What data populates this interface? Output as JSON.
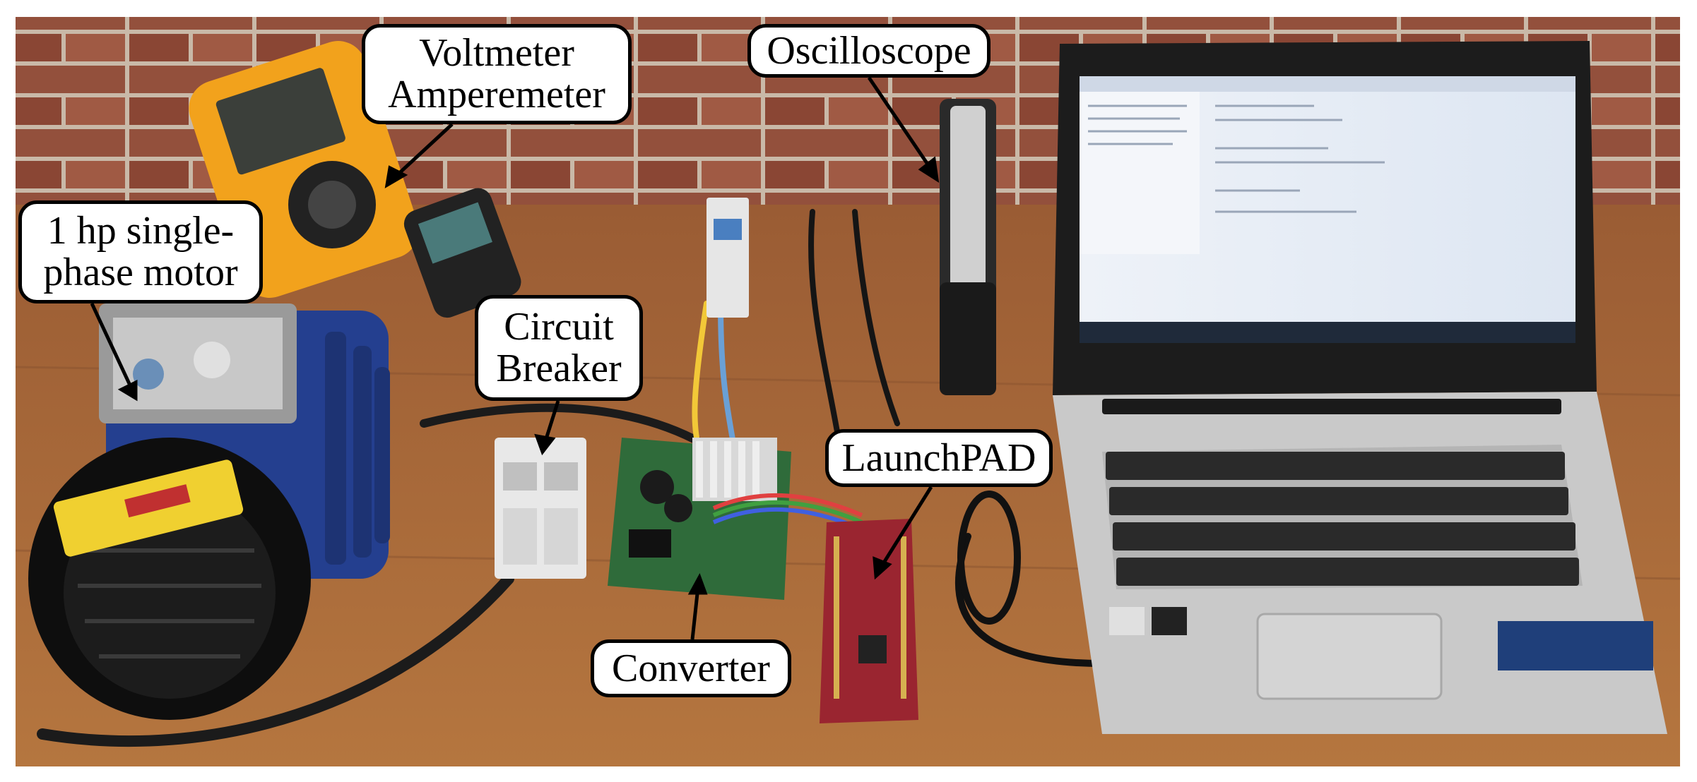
{
  "labels": {
    "voltmeter": {
      "line1": "Voltmeter",
      "line2": "Amperemeter"
    },
    "oscilloscope": "Oscilloscope",
    "motor": {
      "line1": "1 hp single-",
      "line2": "phase motor"
    },
    "circuit_breaker": {
      "line1": "Circuit",
      "line2": "Breaker"
    },
    "launchpad": "LaunchPAD",
    "converter": "Converter"
  },
  "colors": {
    "brick": "#8a4a38",
    "table": "#a0643a",
    "motor_blue": "#243f8f",
    "multimeter_yellow": "#f2a21c",
    "pcb_green": "#2f6b3a",
    "launchpad_red": "#9a2530",
    "laptop_silver": "#c9c9c9",
    "screen_blue": "#d8e4f4"
  }
}
